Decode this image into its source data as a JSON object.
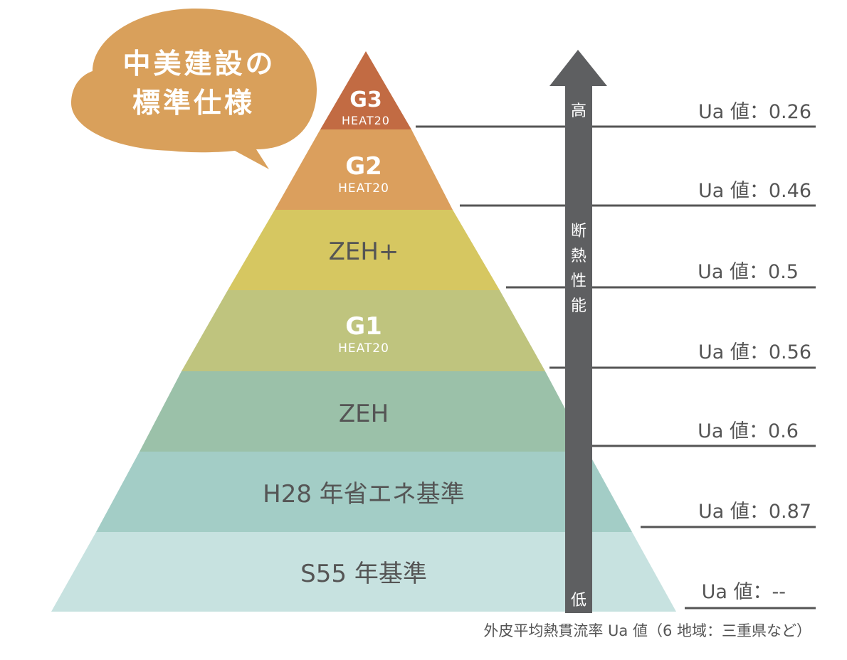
{
  "bubble": {
    "line1": "中美建設の",
    "line2": "標準仕様",
    "color": "#D9A05B"
  },
  "tiers": [
    {
      "name": "G3",
      "sub": "HEAT20",
      "color": "#C26B43",
      "ua": "Ua 値：0.26"
    },
    {
      "name": "G2",
      "sub": "HEAT20",
      "color": "#DB9F5D",
      "ua": "Ua 値：0.46"
    },
    {
      "name": "ZEH+",
      "sub": "",
      "color": "#D6C761",
      "ua": "Ua 値：0.5"
    },
    {
      "name": "G1",
      "sub": "HEAT20",
      "color": "#BFC47E",
      "ua": "Ua 値：0.56"
    },
    {
      "name": "ZEH",
      "sub": "",
      "color": "#9BC1A9",
      "ua": "Ua 値：0.6"
    },
    {
      "name": "H28 年省エネ基準",
      "sub": "",
      "color": "#A3CDC6",
      "ua": "Ua 値：0.87"
    },
    {
      "name": "S55 年基準",
      "sub": "",
      "color": "#C7E2E0",
      "ua": "Ua 値：--"
    }
  ],
  "arrow": {
    "top": "高",
    "middle": [
      "断",
      "熱",
      "性",
      "能"
    ],
    "bottom": "低",
    "color": "#5E5F61"
  },
  "footnote": "外皮平均熱貫流率 Ua 値（6 地域：三重県など）",
  "line_color": "#555555"
}
